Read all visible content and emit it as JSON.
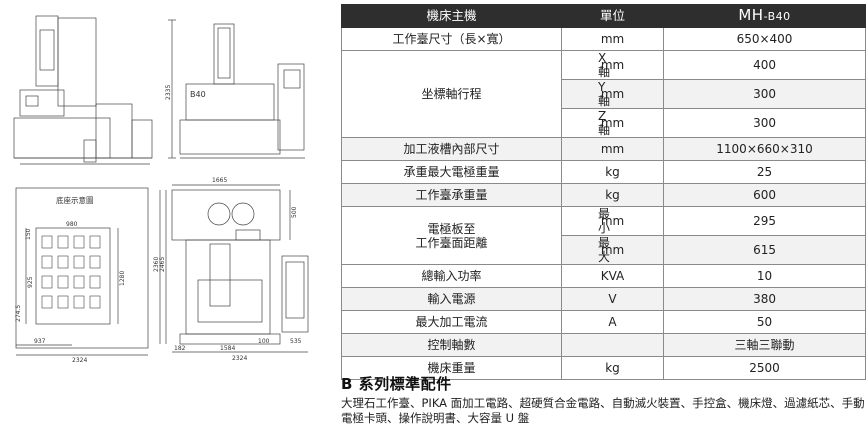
{
  "table": {
    "header": {
      "label": "機床主機",
      "unit": "單位",
      "model_main": "MH",
      "model_sub": "-B40"
    },
    "rows": {
      "table_size": {
        "label": "工作臺尺寸（長×寬）",
        "unit": "mm",
        "value": "650×400"
      },
      "axis_travel": {
        "label": "坐標軸行程",
        "x": {
          "sub": "X軸",
          "unit": "mm",
          "value": "400"
        },
        "y": {
          "sub": "Y軸",
          "unit": "mm",
          "value": "300"
        },
        "z": {
          "sub": "Z軸",
          "unit": "mm",
          "value": "300"
        }
      },
      "tank_size": {
        "label": "加工液槽內部尺寸",
        "unit": "mm",
        "value": "1100×660×310"
      },
      "electrode_weight": {
        "label": "承重最大電極重量",
        "unit": "kg",
        "value": "25"
      },
      "table_load": {
        "label": "工作臺承重量",
        "unit": "kg",
        "value": "600"
      },
      "electrode_distance": {
        "label_line1": "電極板至",
        "label_line2": "工作臺面距離",
        "min": {
          "sub": "最小",
          "unit": "mm",
          "value": "295"
        },
        "max": {
          "sub": "最大",
          "unit": "mm",
          "value": "615"
        }
      },
      "input_power": {
        "label": "總輸入功率",
        "unit": "KVA",
        "value": "10"
      },
      "input_voltage": {
        "label": "輸入電源",
        "unit": "V",
        "value": "380"
      },
      "max_current": {
        "label": "最大加工電流",
        "unit": "A",
        "value": "50"
      },
      "control_axes": {
        "label": "控制軸數",
        "unit": "",
        "value": "三軸三聯動"
      },
      "machine_weight": {
        "label": "機床重量",
        "unit": "kg",
        "value": "2500"
      }
    }
  },
  "series": {
    "title": "B 系列標準配件",
    "text": "大理石工作臺、PIKA 面加工電路、超硬質合金電路、自動滅火裝置、手控盒、機床燈、過濾紙芯、手動電極卡頭、操作說明書、大容量 U 盤"
  },
  "drawings": {
    "front_label": "B40",
    "dim_height_front": "2335",
    "base_title": "底座示意圖",
    "dim_1665": "1665",
    "dim_500": "500",
    "dim_2360": "2360",
    "dim_2465": "2465",
    "dim_1584": "1584",
    "dim_535": "535",
    "dim_100": "100",
    "dim_182": "182",
    "dim_bottom_right": "2324",
    "dim_937": "937",
    "dim_bottom_left": "2324",
    "dim_1280": "1280",
    "dim_925": "925",
    "dim_150": "150",
    "dim_980": "980",
    "dim_274": "274.5"
  },
  "colors": {
    "header_bg": "#2e2e2e",
    "header_text": "#ffffff",
    "row_alt": "#f2f2f2",
    "border": "#8a8a8a"
  }
}
